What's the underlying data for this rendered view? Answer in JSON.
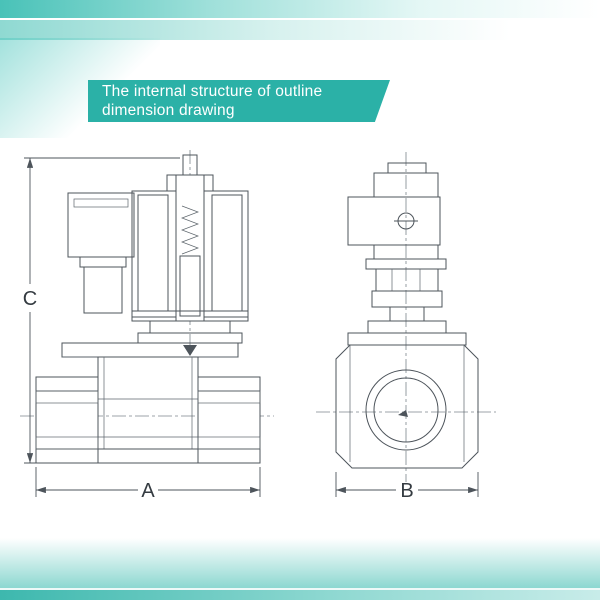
{
  "banner": {
    "line1": "The internal structure of outline",
    "line2": "dimension drawing",
    "color": "#2bb1a7",
    "text_color": "#ffffff"
  },
  "drawing": {
    "dim_a": "A",
    "dim_b": "B",
    "dim_c": "C",
    "line_color": "#4d545b",
    "accent_teal": "#2bb1a7"
  }
}
